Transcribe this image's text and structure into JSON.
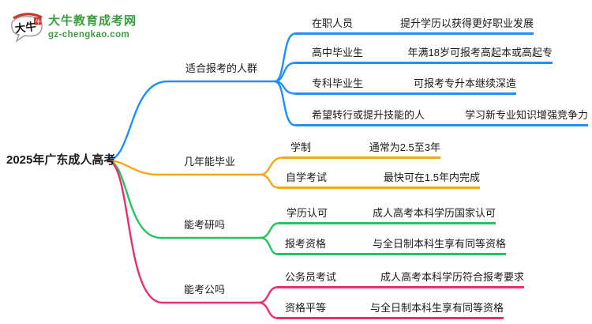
{
  "logo": {
    "mark_text": "大牛",
    "title": "大牛教育成考网",
    "domain": "gz-chengkao.com",
    "brand_green": "#3A9E3E",
    "brand_red": "#C8382D"
  },
  "root": {
    "label": "2025年广东成人高考"
  },
  "branches": [
    {
      "label": "适合报考的人群",
      "color": "#1E8FFF",
      "rows": [
        {
          "keyword": "在职人员",
          "desc": "提升学历以获得更好职业发展"
        },
        {
          "keyword": "高中毕业生",
          "desc": "年满18岁可报考高起本或高起专"
        },
        {
          "keyword": "专科毕业生",
          "desc": "可报考专升本继续深造"
        },
        {
          "keyword": "希望转行或提升技能的人",
          "desc": "学习新专业知识增强竞争力"
        }
      ]
    },
    {
      "label": "几年能毕业",
      "color": "#F5A61E",
      "rows": [
        {
          "keyword": "学制",
          "desc": "通常为2.5至3年"
        },
        {
          "keyword": "自学考试",
          "desc": "最快可在1.5年内完成"
        }
      ]
    },
    {
      "label": "能考研吗",
      "color": "#22C55E",
      "rows": [
        {
          "keyword": "学历认可",
          "desc": "成人高考本科学历国家认可"
        },
        {
          "keyword": "报考资格",
          "desc": "与全日制本科生享有同等资格"
        }
      ]
    },
    {
      "label": "能考公吗",
      "color": "#F02B70",
      "rows": [
        {
          "keyword": "公务员考试",
          "desc": "成人高考本科学历符合报考要求"
        },
        {
          "keyword": "资格平等",
          "desc": "与全日制本科生享有同等资格"
        }
      ]
    }
  ]
}
